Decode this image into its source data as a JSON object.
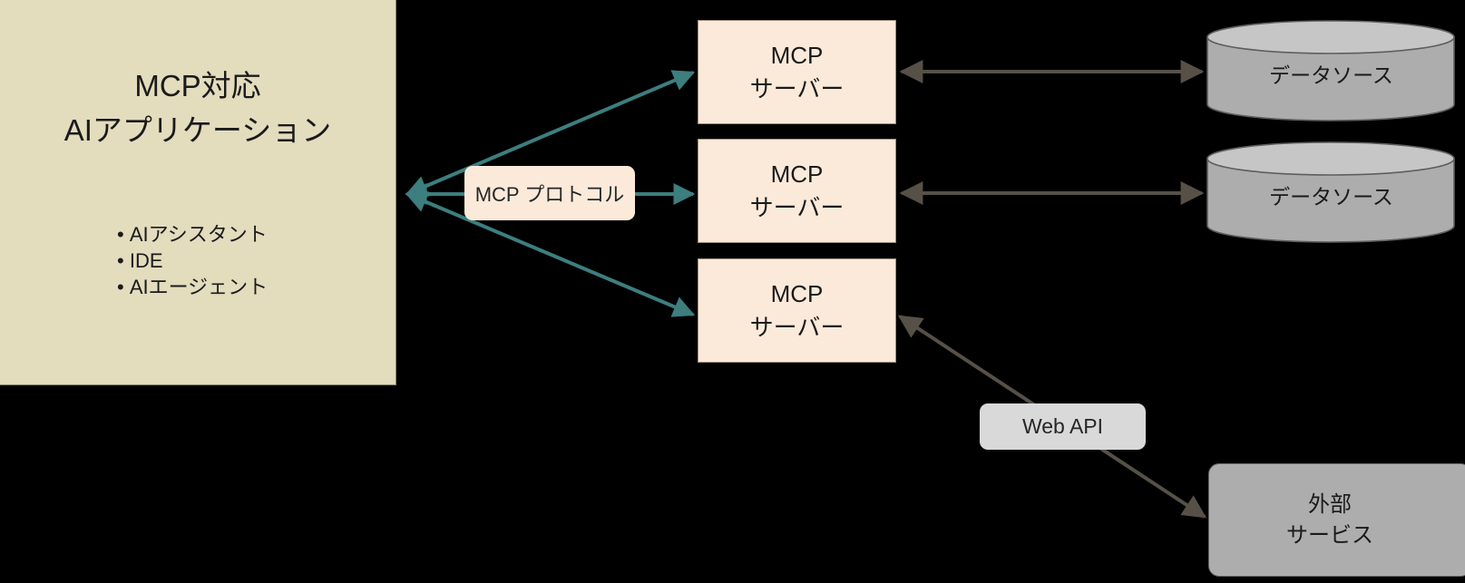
{
  "diagram": {
    "background_color": "#000000",
    "client": {
      "title": "MCP対応\nAIアプリケーション",
      "fill_color": "#e3dcbd",
      "bullets": [
        "AIアシスタント",
        "IDE",
        "AIエージェント"
      ]
    },
    "servers": [
      {
        "id": "mcp-server-1",
        "label": "MCP\nサーバー"
      },
      {
        "id": "mcp-server-2",
        "label": "MCP\nサーバー"
      },
      {
        "id": "mcp-server-3",
        "label": "MCP\nサーバー"
      }
    ],
    "server_fill_color": "#fbeada",
    "connector_labels": {
      "protocol": "MCP プロトコル",
      "protocol_fill_color": "#fbeada",
      "web_api": "Web API",
      "web_api_fill_color": "#d9d9d9"
    },
    "data_sources": [
      {
        "id": "data-source-1",
        "label": "データソース"
      },
      {
        "id": "data-source-2",
        "label": "データソース"
      }
    ],
    "data_source_fill_color": "#adadad",
    "external_service": {
      "label": "外部\nサービス",
      "fill_color": "#adadad"
    },
    "edges": {
      "protocol_color": "#3d7e7f",
      "data_color": "#565047"
    }
  }
}
